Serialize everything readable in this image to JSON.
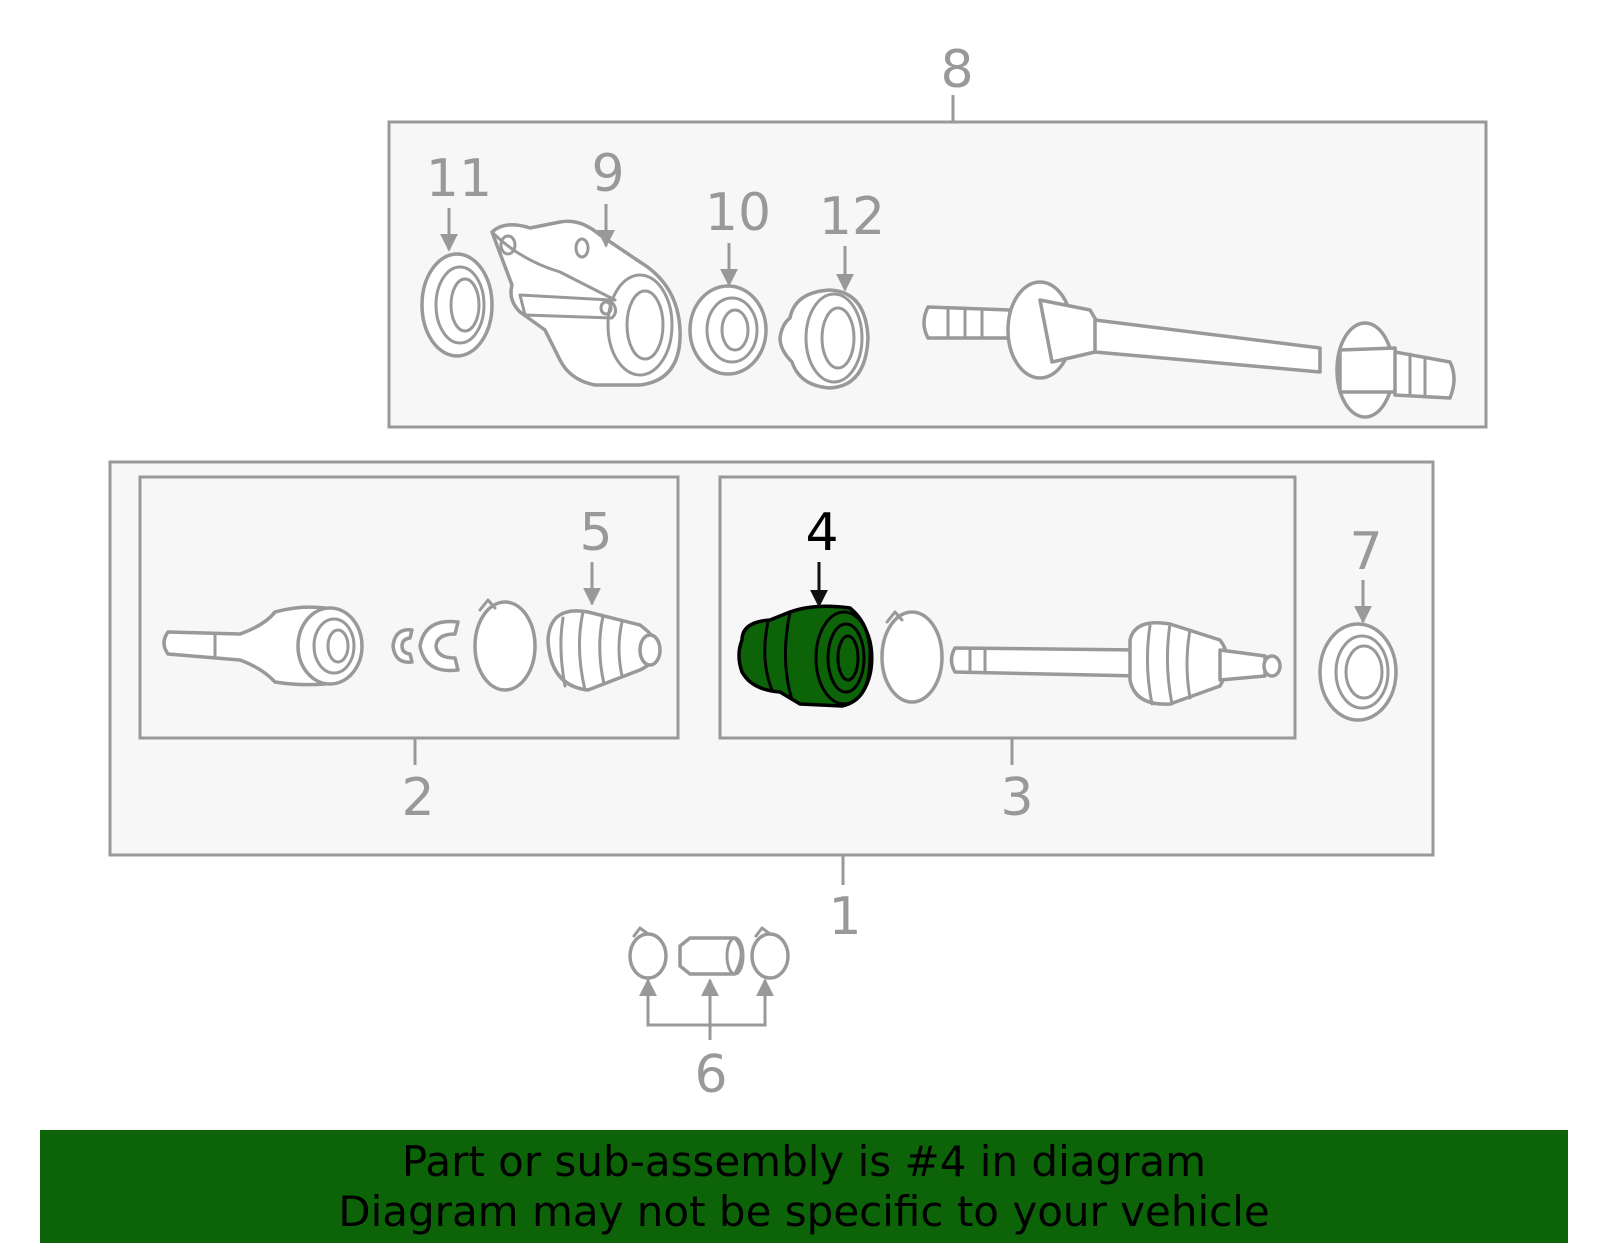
{
  "labels": {
    "l1": "1",
    "l2": "2",
    "l3": "3",
    "l4": "4",
    "l5": "5",
    "l6": "6",
    "l7": "7",
    "l8": "8",
    "l9": "9",
    "l10": "10",
    "l11": "11",
    "l12": "12"
  },
  "highlight": {
    "part": "4",
    "color": "#0d6408"
  },
  "banner": {
    "line1": "Part or sub-assembly is #4 in diagram",
    "line2": "Diagram may not be specific to your vehicle",
    "background": "#0d6408"
  }
}
